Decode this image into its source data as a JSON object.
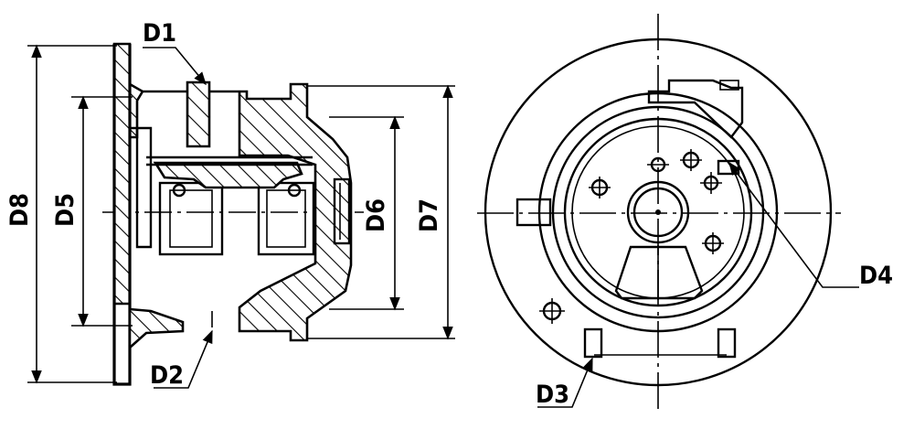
{
  "labels": {
    "d1": "D1",
    "d2": "D2",
    "d3": "D3",
    "d4": "D4",
    "d5": "D5",
    "d6": "D6",
    "d7": "D7",
    "d8": "D8"
  },
  "colors": {
    "ink": "#000000",
    "paper": "#ffffff"
  }
}
